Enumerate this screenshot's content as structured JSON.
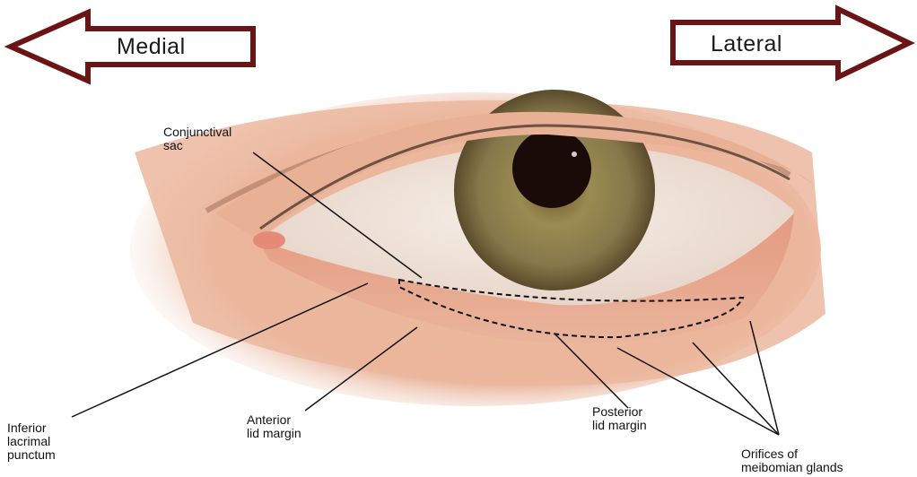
{
  "direction_arrows": {
    "medial": "Medial",
    "lateral": "Lateral",
    "arrow_color": "#6b1416"
  },
  "labels": {
    "conjunctival_sac": "Conjunctival\nsac",
    "inferior_lacrimal_punctum": "Inferior\nlacrimal\npunctum",
    "anterior_lid_margin": "Anterior\nlid margin",
    "posterior_lid_margin": "Posterior\nlid margin",
    "orifices_meibomian": "Orifices of\nmeibomian glands"
  },
  "colors": {
    "iris": "#8a7a45",
    "pupil": "#1a0a08",
    "skin": "#e8b49a",
    "lid_margin": "#d8826a"
  }
}
